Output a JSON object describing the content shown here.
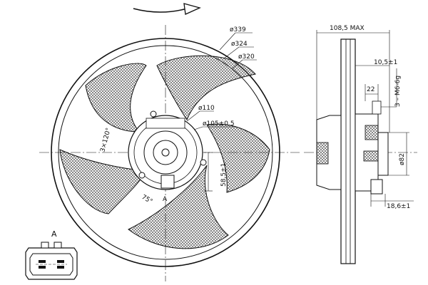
{
  "dimensions": {
    "outer_diameter": "ø339",
    "ring_diameter": "ø324",
    "blade_diameter": "ø320",
    "hub_diameter": "ø110",
    "bolt_circle": "ø105±0.5",
    "depth_max": "108,5 MAX",
    "offset": "10,5±1",
    "slot_width": "22",
    "thread": "3 – M6-6g",
    "motor_diameter": "ø82",
    "hub_height": "18,6±1",
    "radial_offset": "58,5±1",
    "angle_left": "3×120°",
    "angle_bottom": "75°"
  },
  "labels": {
    "view_marker": "A",
    "detail_marker": "A"
  },
  "colors": {
    "line": "#111111",
    "hatch": "#444444"
  },
  "icons": {
    "rotation": "curved-arrow-icon"
  }
}
